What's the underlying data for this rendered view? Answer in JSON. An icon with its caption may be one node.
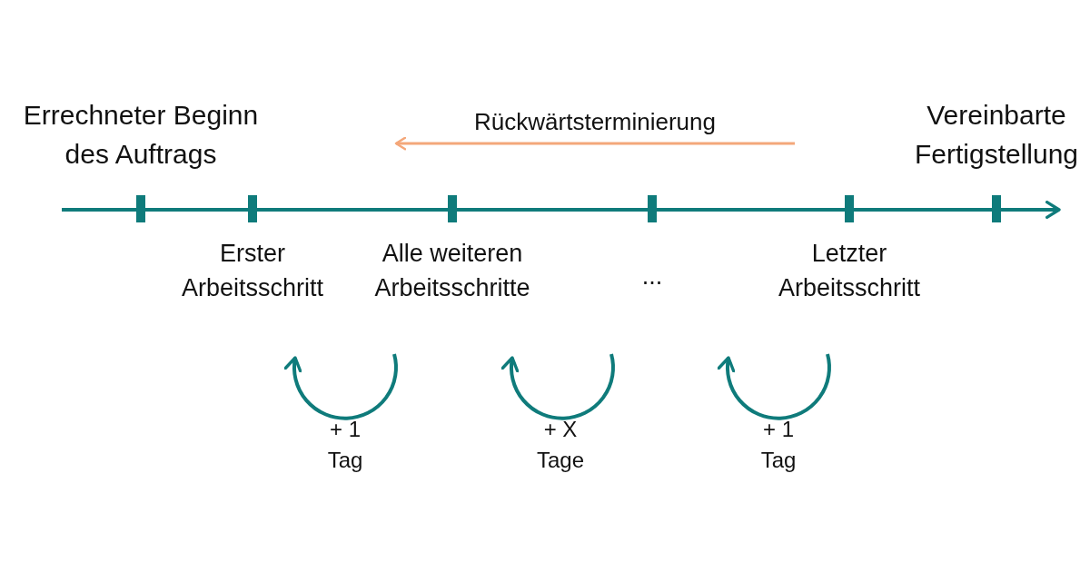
{
  "diagram": {
    "labels": [
      "Errechneter Beginn des Auftrags",
      "Rückwärtsterminierung",
      "Vereinbarte Fertigstellung",
      "Erster Arbeitsschritt",
      "Alle weiteren Arbeitsschritte",
      "...",
      "Letzter Arbeitsschritt",
      "+ 1 Tag",
      "+ X Tage",
      "+ 1 Tag"
    ]
  }
}
